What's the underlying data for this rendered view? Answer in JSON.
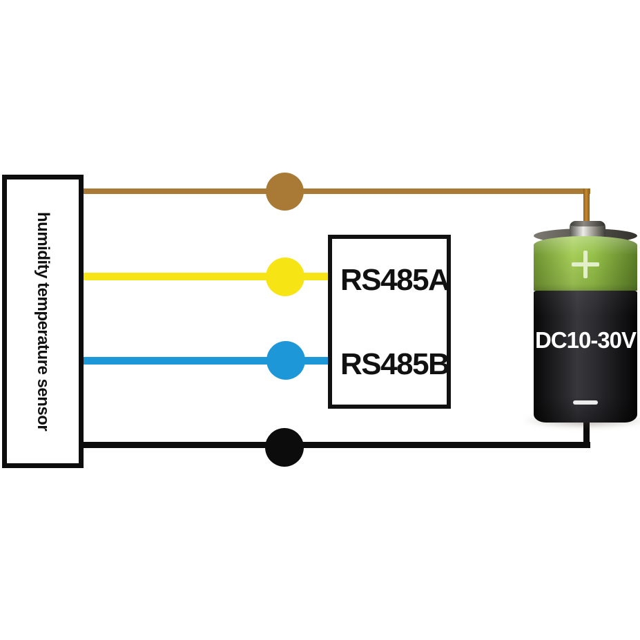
{
  "page": {
    "background_color": "#ffffff"
  },
  "sensor_box": {
    "label": "humidity temperature sensor",
    "border_color": "#0d0d0d"
  },
  "rs485_box": {
    "port_a_label": "RS485A",
    "port_b_label": "RS485B",
    "border_color": "#111111"
  },
  "battery": {
    "voltage_label": "DC10-30V",
    "positive_symbol": "+",
    "negative_symbol": "−",
    "green_color": "#94c048",
    "body_color": "#1c1c1f",
    "cap_color": "#b3b1a8"
  },
  "wires": {
    "positive": {
      "name": "power-positive-wire",
      "color": "#a97a36"
    },
    "rs485_a": {
      "name": "rs485-a-wire",
      "color": "#f6e414"
    },
    "rs485_b": {
      "name": "rs485-b-wire",
      "color": "#1d97d8"
    },
    "ground": {
      "name": "power-ground-wire",
      "color": "#0c0c0c"
    }
  }
}
